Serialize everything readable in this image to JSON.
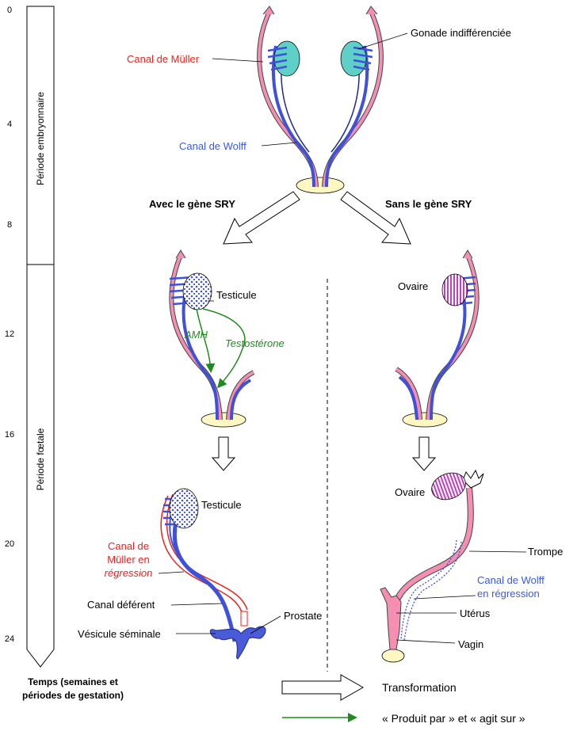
{
  "timeline": {
    "ticks": [
      "0",
      "4",
      "8",
      "12",
      "16",
      "20",
      "24"
    ],
    "embryonic_period": "Période embryonnaire",
    "fetal_period": "Période fœtale",
    "axis_title_line1": "Temps (semaines et",
    "axis_title_line2": "périodes de gestation)"
  },
  "top": {
    "muller_label": "Canal de Müller",
    "gonad_label": "Gonade indifférenciée",
    "wolff_label": "Canal de Wolff"
  },
  "branches": {
    "with_sry": "Avec le gène SRY",
    "without_sry": "Sans le gène SRY"
  },
  "male_mid": {
    "testis": "Testicule",
    "amh": "AMH",
    "testosterone": "Testostérone"
  },
  "female_mid": {
    "ovary": "Ovaire"
  },
  "male_final": {
    "testis": "Testicule",
    "muller_regress_line1": "Canal de",
    "muller_regress_line2": "Müller en",
    "muller_regress_line3": "régression",
    "vas_deferens": "Canal déférent",
    "prostate": "Prostate",
    "seminal_vesicle": "Vésicule séminale"
  },
  "female_final": {
    "ovary": "Ovaire",
    "tube": "Trompe",
    "wolff_regress_line1": "Canal de Wolff",
    "wolff_regress_line2": "en régression",
    "uterus": "Utérus",
    "vagina": "Vagin"
  },
  "legend": {
    "transformation": "Transformation",
    "produced_acts": "« Produit par » et « agit sur »"
  },
  "colors": {
    "muller": "#f48fb1",
    "wolff": "#3f51d9",
    "gonad": "#5fd0c8",
    "ovary": "#c23fc2",
    "red_text": "#e8231f",
    "blue_text": "#3b5bdb",
    "green": "#1f8a1f",
    "sinus": "#fff7c2"
  }
}
